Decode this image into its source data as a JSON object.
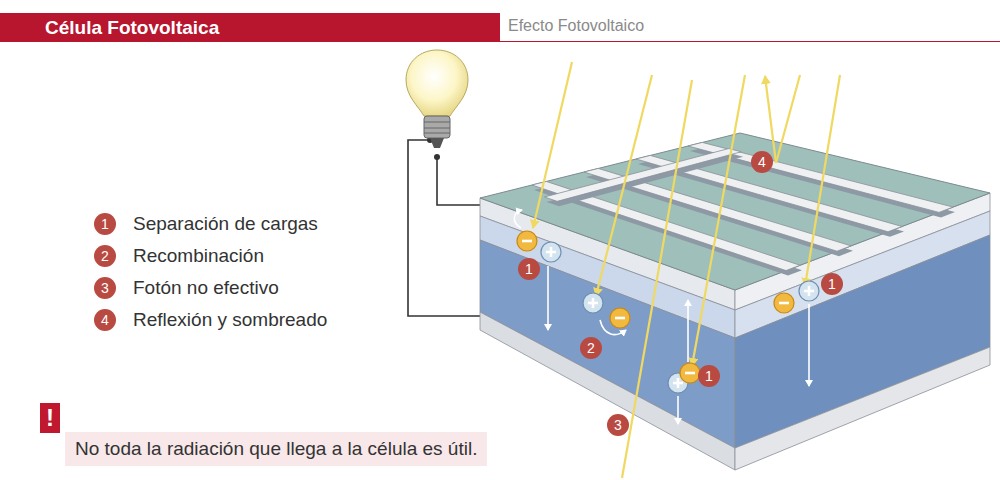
{
  "diagram": {
    "title": "Célula Fotovoltaica",
    "nodes": [
      {
        "text": [
          "No toda la radiación que llega a la célula es útil."
        ]
      }
    ],
    "labels": [
      "Efecto Fotovoltaico",
      "1",
      "2",
      "3",
      "4",
      "1",
      "2",
      "1",
      "1",
      "3",
      "4",
      "!"
    ],
    "legend": [
      {
        "text": "Separación de cargas"
      },
      {
        "text": "Recombinación"
      },
      {
        "text": "Fotón no efectivo"
      },
      {
        "text": "Reflexión y sombreado"
      }
    ]
  }
}
